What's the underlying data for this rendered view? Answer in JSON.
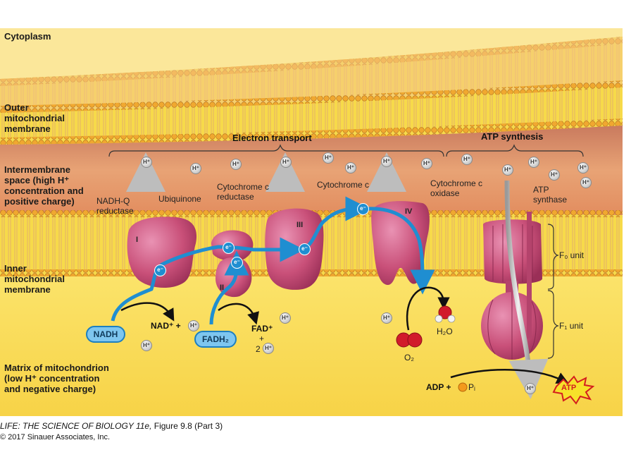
{
  "regions": {
    "cytoplasm": "Cytoplasm",
    "outer_membrane": [
      "Outer",
      "mitochondrial",
      "membrane"
    ],
    "intermembrane": [
      "Intermembrane",
      "space (high H⁺",
      "concentration and",
      "positive charge)"
    ],
    "inner_membrane": [
      "Inner",
      "mitochondrial",
      "membrane"
    ],
    "matrix": [
      "Matrix of mitochondrion",
      "(low H⁺ concentration",
      "and negative charge)"
    ]
  },
  "headers": {
    "electron_transport": "Electron transport",
    "atp_synthesis": "ATP synthesis"
  },
  "complexes": {
    "nadh_q_reductase": [
      "NADH-Q",
      "reductase"
    ],
    "ubiquinone": "Ubiquinone",
    "cytochrome_c_reductase": [
      "Cytochrome c",
      "reductase"
    ],
    "cytochrome_c": "Cytochrome c",
    "cytochrome_c_oxidase": [
      "Cytochrome c",
      "oxidase"
    ],
    "atp_synthase": [
      "ATP",
      "synthase"
    ],
    "roman": {
      "I": "I",
      "II": "II",
      "III": "III",
      "IV": "IV"
    }
  },
  "units": {
    "f0": "F₀ unit",
    "f1": "F₁ unit"
  },
  "molecules": {
    "nadh": "NADH",
    "nad_plus": "NAD⁺ +",
    "fadh2": "FADH₂",
    "fad_plus": "FAD⁺",
    "plus": "+",
    "two": "2",
    "h2o": "H₂O",
    "o2": "O₂",
    "adp_pi": "ADP +",
    "pi": "Pᵢ",
    "atp": "ATP",
    "h_plus": "H⁺",
    "e_minus": "e⁻"
  },
  "caption": {
    "source": "LIFE: THE SCIENCE OF BIOLOGY 11e,",
    "figure": " Figure 9.8 (Part 3)",
    "copyright": "© 2017 Sinauer Associates, Inc."
  },
  "colors": {
    "membrane_head": "#f0a830",
    "intermembrane_space": "#e59a6b",
    "matrix": "#f8de58",
    "protein": "#c9507a",
    "electron_path": "#1f8ed1"
  }
}
